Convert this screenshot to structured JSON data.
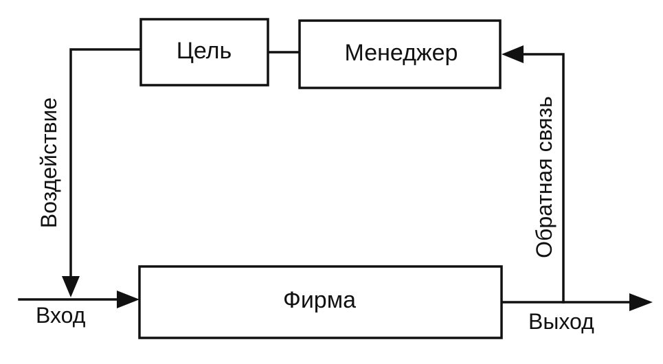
{
  "diagram": {
    "nodes": {
      "goal": {
        "label": "Цель"
      },
      "manager": {
        "label": "Менеджер"
      },
      "firm": {
        "label": "Фирма"
      }
    },
    "labels": {
      "influence": "Воздействие",
      "feedback": "Обратная связь",
      "input": "Вход",
      "output": "Выход"
    }
  }
}
